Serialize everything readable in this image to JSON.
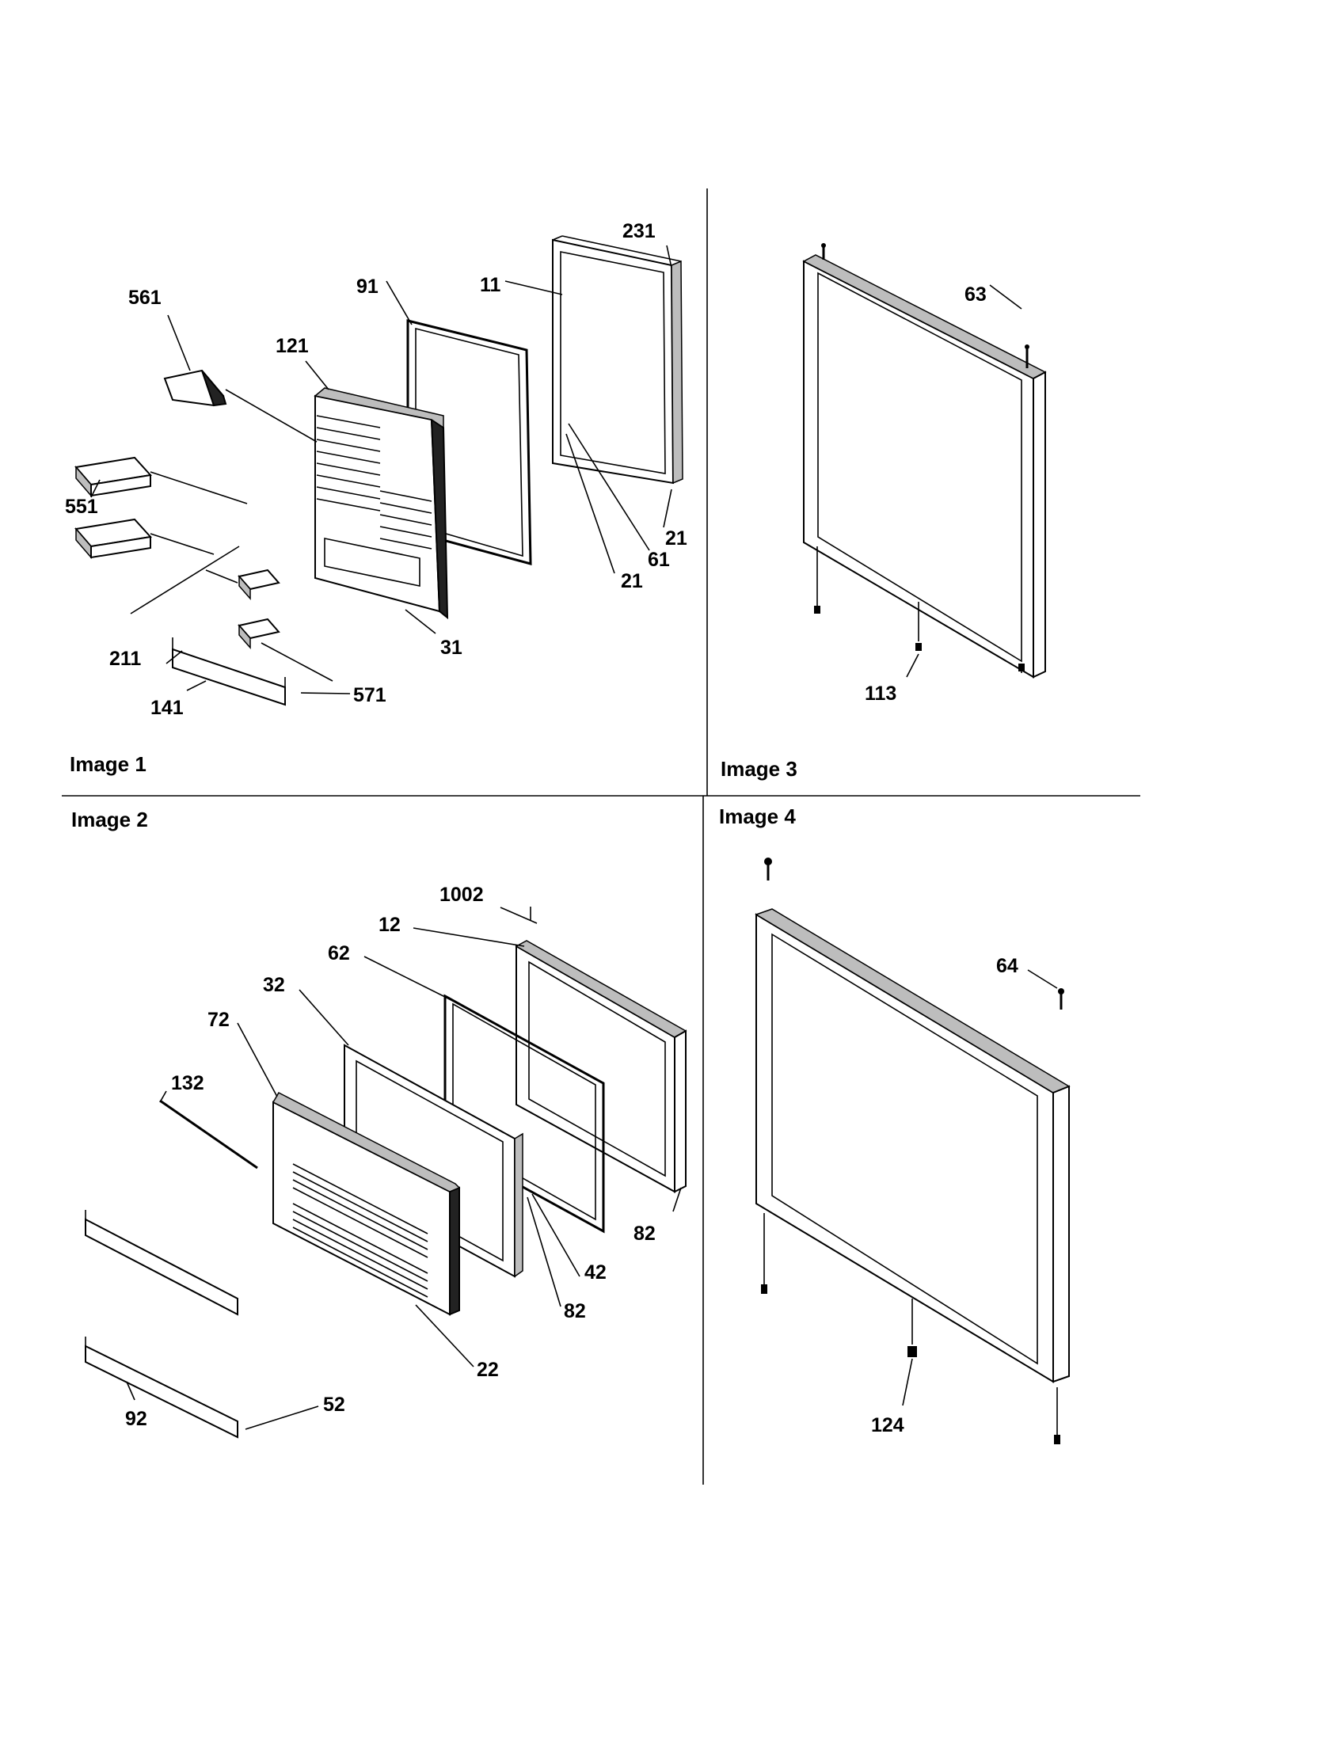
{
  "panels": [
    {
      "id": "image1",
      "caption": "Image 1",
      "labels": [
        "561",
        "121",
        "91",
        "11",
        "231",
        "551",
        "61",
        "21",
        "21",
        "211",
        "31",
        "141",
        "571"
      ]
    },
    {
      "id": "image3",
      "caption": "Image 3",
      "labels": [
        "63",
        "113"
      ]
    },
    {
      "id": "image2",
      "caption": "Image 2",
      "labels": [
        "1002",
        "12",
        "62",
        "32",
        "72",
        "132",
        "82",
        "42",
        "82",
        "22",
        "52",
        "92"
      ]
    },
    {
      "id": "image4",
      "caption": "Image 4",
      "labels": [
        "64",
        "124"
      ]
    }
  ],
  "icons": [
    "screw-icon"
  ]
}
